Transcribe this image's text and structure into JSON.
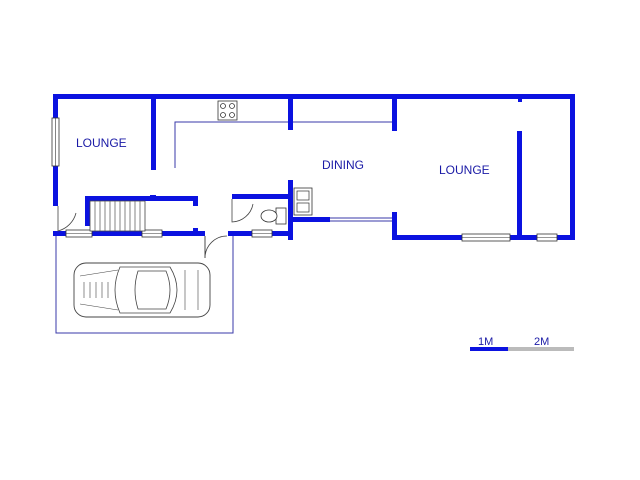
{
  "rooms": {
    "lounge_left": "LOUNGE",
    "dining": "DINING",
    "lounge_right": "LOUNGE"
  },
  "scale_bar": {
    "label_1": "1M",
    "label_2": "2M"
  },
  "colors": {
    "wall": "#0b12e0",
    "label": "#1a1aa6",
    "scale_gray": "#bbbbbb"
  }
}
